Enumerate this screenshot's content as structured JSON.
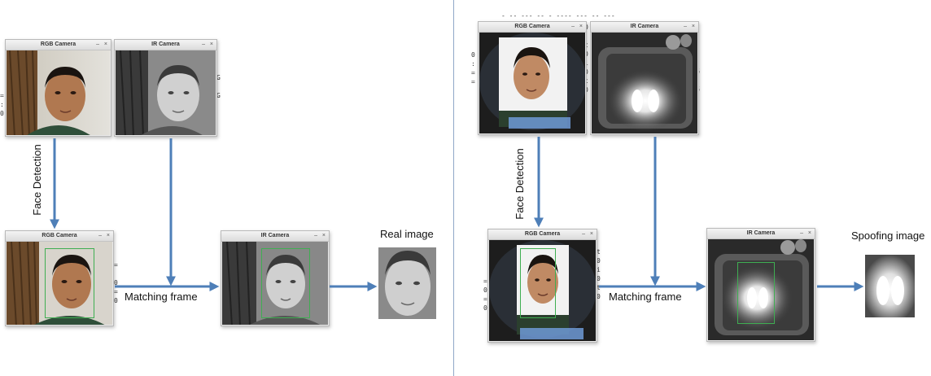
{
  "panels": {
    "left": {
      "rgb_window_title": "RGB Camera",
      "ir_window_title": "IR Camera",
      "rgb_detect_window_title": "RGB Camera",
      "ir_match_window_title": "IR Camera",
      "face_detection_label": "Face Detection",
      "matching_frame_label": "Matching frame",
      "result_label": "Real image"
    },
    "right": {
      "rgb_window_title": "RGB Camera",
      "ir_window_title": "IR Camera",
      "rgb_detect_window_title": "RGB Camera",
      "ir_match_window_title": "IR Camera",
      "face_detection_label": "Face Detection",
      "matching_frame_label": "Matching frame",
      "result_label": "Spoofing image"
    }
  },
  "window_controls": {
    "minimize": "–",
    "close": "×"
  },
  "colors": {
    "arrow": "#4e7fb8",
    "face_box": "#3fae52",
    "divider": "#8fa8c8"
  }
}
